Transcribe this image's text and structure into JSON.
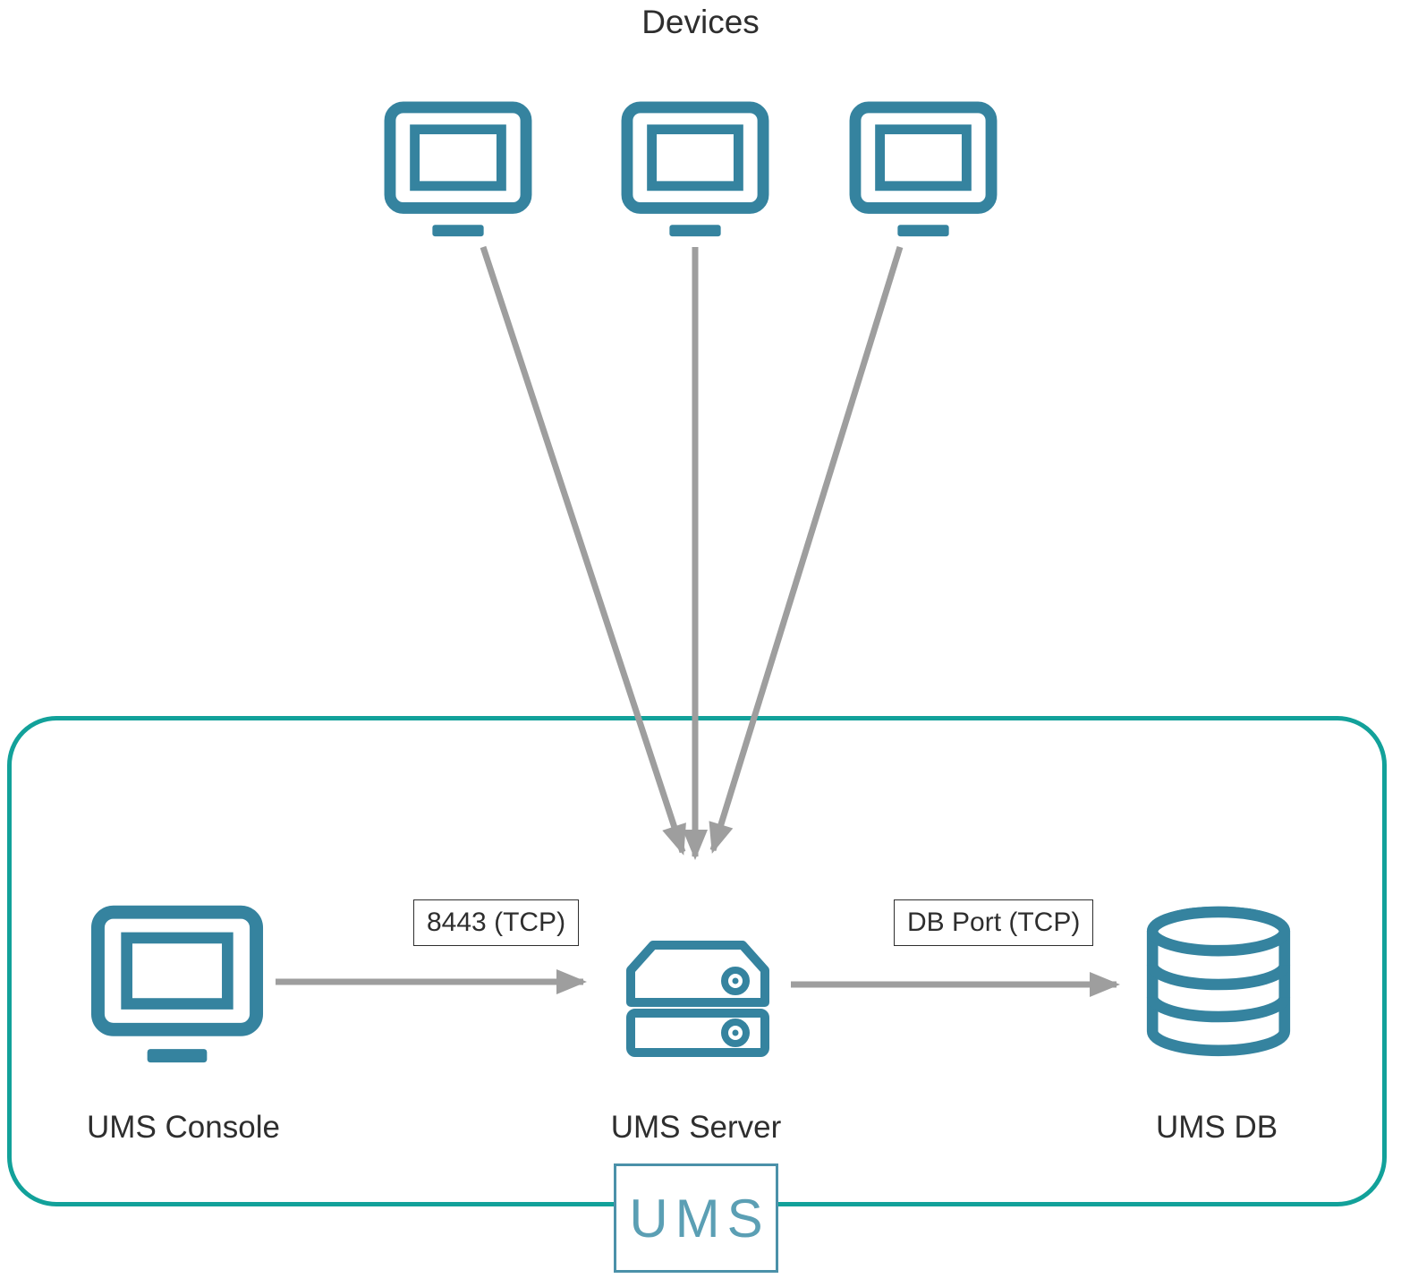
{
  "colors": {
    "icon_teal": "#35839F",
    "frame_teal": "#12A19A",
    "arrow_gray": "#9E9E9E",
    "badge_teal": "#5B9FB4"
  },
  "devices": {
    "title": "Devices",
    "count": 3
  },
  "nodes": {
    "console": {
      "label": "UMS Console"
    },
    "server": {
      "label": "UMS Server"
    },
    "db": {
      "label": "UMS DB"
    }
  },
  "connections": {
    "console_to_server": {
      "label": "8443 (TCP)"
    },
    "server_to_db": {
      "label": "DB Port (TCP)"
    }
  },
  "boundary": {
    "label": "UMS"
  }
}
